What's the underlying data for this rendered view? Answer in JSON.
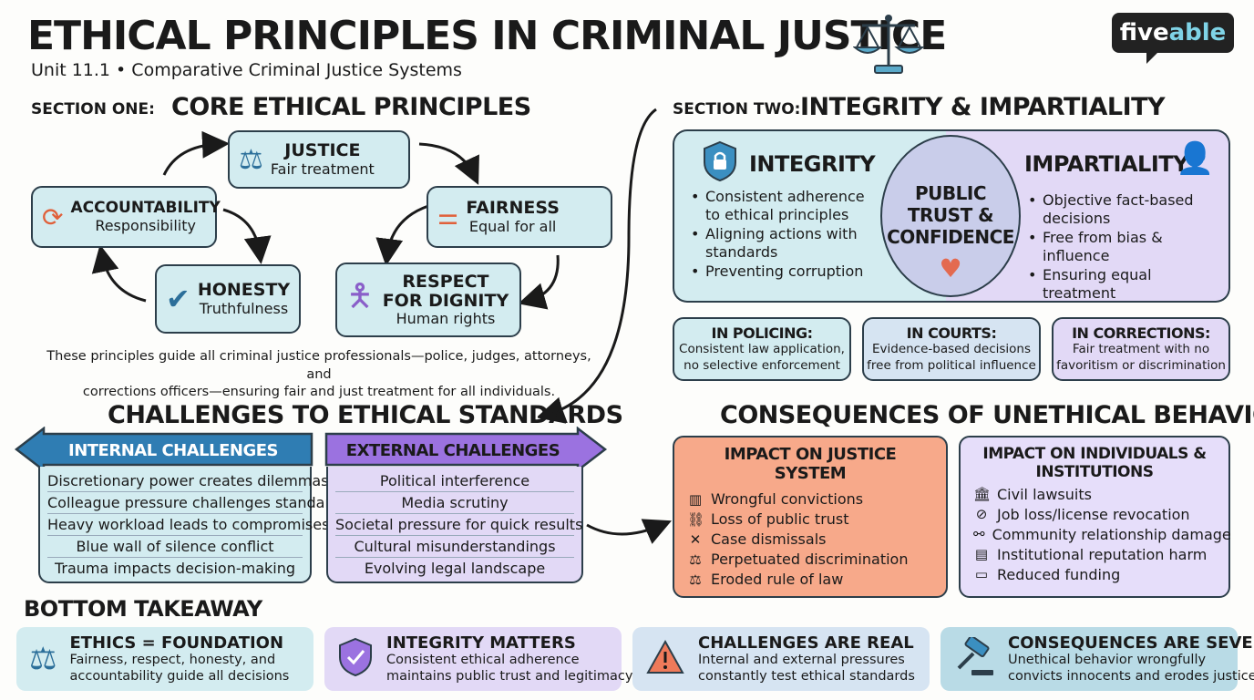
{
  "header": {
    "title": "ETHICAL PRINCIPLES IN CRIMINAL JUSTICE",
    "subtitle": "Unit 11.1 • Comparative Criminal Justice Systems",
    "logo_left": "five",
    "logo_right": "able"
  },
  "section_one": {
    "label": "SECTION ONE:",
    "heading": "CORE ETHICAL PRINCIPLES",
    "principles": [
      {
        "title": "JUSTICE",
        "subtitle": "Fair treatment"
      },
      {
        "title": "FAIRNESS",
        "subtitle": "Equal for all"
      },
      {
        "title": "RESPECT FOR DIGNITY",
        "subtitle": "Human rights"
      },
      {
        "title": "HONESTY",
        "subtitle": "Truthfulness"
      },
      {
        "title": "ACCOUNTABILITY",
        "subtitle": "Responsibility"
      }
    ],
    "caption_line1": "These principles guide all criminal justice professionals—police, judges, attorneys, and",
    "caption_line2": "corrections officers—ensuring fair and just treatment for all individuals."
  },
  "section_two": {
    "label": "SECTION TWO:",
    "heading": "INTEGRITY & IMPARTIALITY",
    "integrity": {
      "title": "INTEGRITY",
      "items": [
        "Consistent adherence to ethical principles",
        "Aligning actions with standards",
        "Preventing corruption"
      ]
    },
    "overlap": "PUBLIC TRUST & CONFIDENCE",
    "impartiality": {
      "title": "IMPARTIALITY",
      "items": [
        "Objective fact-based decisions",
        "Free from bias & influence",
        "Ensuring equal treatment"
      ]
    },
    "contexts": [
      {
        "title": "IN POLICING:",
        "line1": "Consistent law application,",
        "line2": "no selective enforcement"
      },
      {
        "title": "IN COURTS:",
        "line1": "Evidence-based decisions",
        "line2": "free from political influence"
      },
      {
        "title": "IN CORRECTIONS:",
        "line1": "Fair treatment with no",
        "line2": "favoritism or discrimination"
      }
    ]
  },
  "challenges": {
    "heading": "CHALLENGES TO ETHICAL STANDARDS",
    "internal": {
      "title": "INTERNAL CHALLENGES",
      "items": [
        "Discretionary power creates dilemmas",
        "Colleague pressure challenges standards",
        "Heavy workload leads to compromises",
        "Blue wall of silence conflict",
        "Trauma impacts decision-making"
      ]
    },
    "external": {
      "title": "EXTERNAL CHALLENGES",
      "items": [
        "Political interference",
        "Media scrutiny",
        "Societal pressure for quick results",
        "Cultural misunderstandings",
        "Evolving legal landscape"
      ]
    }
  },
  "consequences": {
    "heading": "CONSEQUENCES OF UNETHICAL BEHAVIOR",
    "justice_system": {
      "title": "IMPACT ON JUSTICE SYSTEM",
      "items": [
        {
          "icon": "jail-bars-icon",
          "glyph": "▥",
          "text": "Wrongful convictions"
        },
        {
          "icon": "broken-link-icon",
          "glyph": "⛓",
          "text": "Loss of public trust"
        },
        {
          "icon": "x-mark-icon",
          "glyph": "✕",
          "text": "Case dismissals"
        },
        {
          "icon": "scales-icon",
          "glyph": "⚖",
          "text": "Perpetuated discrimination"
        },
        {
          "icon": "scales-icon",
          "glyph": "⚖",
          "text": "Eroded rule of law"
        }
      ]
    },
    "individuals": {
      "title_line1": "IMPACT ON INDIVIDUALS &",
      "title_line2": "INSTITUTIONS",
      "items": [
        {
          "icon": "courthouse-icon",
          "glyph": "🏛",
          "text": "Civil lawsuits"
        },
        {
          "icon": "prohibited-icon",
          "glyph": "⊘",
          "text": "Job loss/license revocation"
        },
        {
          "icon": "handshake-icon",
          "glyph": "⚯",
          "text": "Community relationship damage"
        },
        {
          "icon": "bar-chart-down-icon",
          "glyph": "▤",
          "text": "Institutional reputation harm"
        },
        {
          "icon": "wallet-icon",
          "glyph": "▭",
          "text": "Reduced funding"
        }
      ]
    }
  },
  "takeaway": {
    "heading": "BOTTOM TAKEAWAY",
    "cards": [
      {
        "title": "ETHICS = FOUNDATION",
        "line1": "Fairness, respect, honesty, and",
        "line2": "accountability guide all decisions"
      },
      {
        "title": "INTEGRITY MATTERS",
        "line1": "Consistent ethical adherence",
        "line2": "maintains public trust and legitimacy"
      },
      {
        "title": "CHALLENGES ARE REAL",
        "line1": "Internal and external pressures",
        "line2": "constantly test ethical standards"
      },
      {
        "title": "CONSEQUENCES ARE SEVERE",
        "line1": "Unethical behavior wrongfully",
        "line2": "convicts innocents and erodes justice"
      }
    ]
  }
}
